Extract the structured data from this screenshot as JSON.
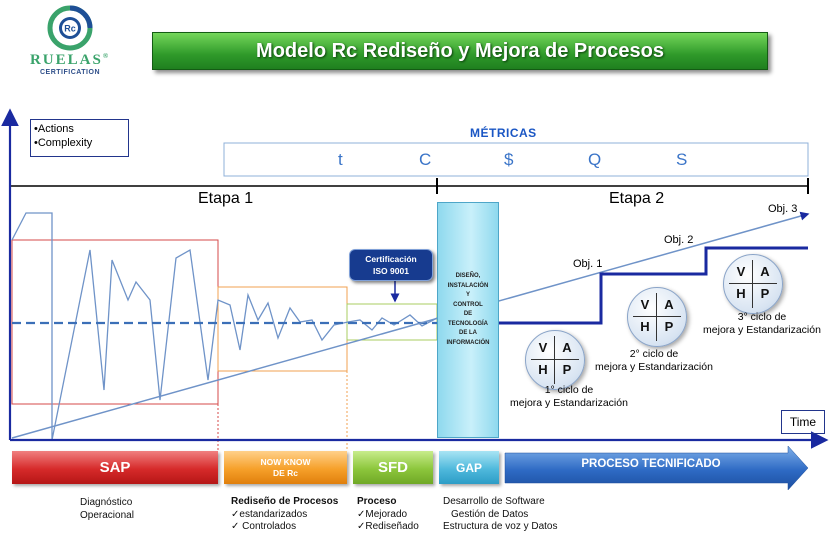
{
  "logo": {
    "badge": "Rc",
    "word": "RUELAS",
    "registered": "®",
    "sub": "CERTIFICATION"
  },
  "title": "Modelo Rc Rediseño y Mejora de Procesos",
  "legend": {
    "line1": "•Actions",
    "line2": "•Complexity"
  },
  "metricas": {
    "title": "MÉTRICAS",
    "letters": [
      "t",
      "C",
      "$",
      "Q",
      "S"
    ]
  },
  "etapas": {
    "etapa1": "Etapa 1",
    "etapa2": "Etapa 2"
  },
  "objectives": {
    "obj1": "Obj. 1",
    "obj2": "Obj. 2",
    "obj3": "Obj. 3"
  },
  "gap_column": {
    "lines": [
      "DISEÑO,",
      "INSTALACIÓN",
      "Y",
      "CONTROL",
      "DE",
      "TECNOLOGÍA",
      "DE LA",
      "INFORMACIÓN"
    ]
  },
  "certification_badge": {
    "line1": "Certificación",
    "line2": "ISO 9001"
  },
  "pdca": {
    "v": "V",
    "a": "A",
    "h": "H",
    "p": "P"
  },
  "cycles": {
    "c1": {
      "line1": "1° ciclo de",
      "line2": "mejora y Estandarización"
    },
    "c2": {
      "line1": "2° ciclo de",
      "line2": "mejora y Estandarización"
    },
    "c3": {
      "line1": "3° ciclo de",
      "line2": "mejora y Estandarización"
    }
  },
  "time_label": "Time",
  "phases": {
    "sap": "SAP",
    "nk_line1": "NOW KNOW",
    "nk_line2": "DE Rc",
    "sfd": "SFD",
    "gap": "GAP",
    "proceso": "PROCESO TECNIFICADO"
  },
  "descriptions": {
    "sap": {
      "line1": "Diagnóstico",
      "line2": "Operacional"
    },
    "nk": {
      "title": "Rediseño de Procesos",
      "item1": "✓estandarizados",
      "item2": "✓ Controlados"
    },
    "sfd": {
      "title": "Proceso",
      "item1": "✓Mejorado",
      "item2": "✓Rediseñado"
    },
    "gap": {
      "line1": "Desarrollo de Software",
      "line2": "Gestión de Datos",
      "line3": "Estructura de voz y Datos"
    }
  },
  "colors": {
    "axis": "#1a2aa0",
    "trend": "#6f93c8",
    "dashed": "#3b6fb7",
    "step": "#1a2aa0",
    "sap_box": "#d64a4a",
    "nk_box": "#f0a050",
    "sfd_box": "#a8cc60"
  }
}
